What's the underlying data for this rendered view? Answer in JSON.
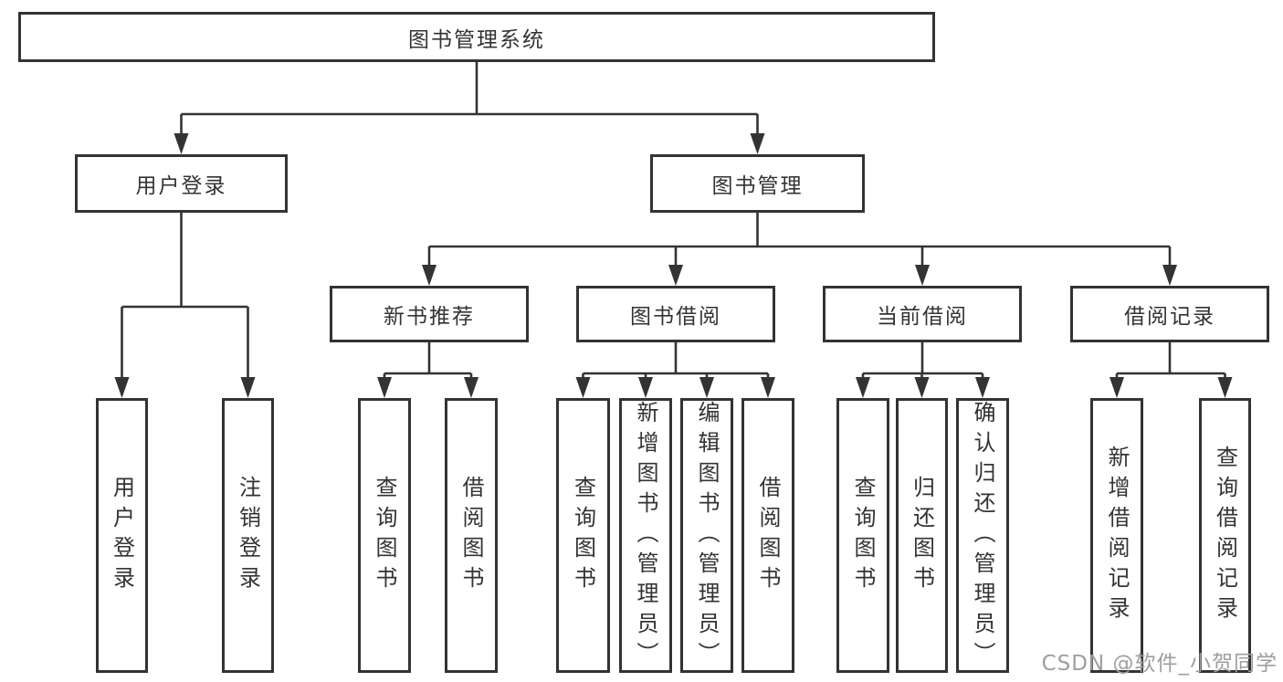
{
  "watermark": {
    "text": "CSDN @软件_小贺同学"
  },
  "colors": {
    "line": "#333333",
    "box_border": "#333333",
    "text": "#333333",
    "watermark": "#9e9e9e",
    "background": "#ffffff"
  },
  "tree": {
    "root": {
      "label": "图书管理系统"
    },
    "branches": [
      {
        "label": "用户登录",
        "children": [
          {
            "label": "用户登录"
          },
          {
            "label": "注销登录"
          }
        ]
      },
      {
        "label": "图书管理",
        "children": [
          {
            "label": "新书推荐",
            "children": [
              {
                "label": "查询图书"
              },
              {
                "label": "借阅图书"
              }
            ]
          },
          {
            "label": "图书借阅",
            "children": [
              {
                "label": "查询图书"
              },
              {
                "label": "新增图书（管理员）"
              },
              {
                "label": "编辑图书（管理员）"
              },
              {
                "label": "借阅图书"
              }
            ]
          },
          {
            "label": "当前借阅",
            "children": [
              {
                "label": "查询图书"
              },
              {
                "label": "归还图书"
              },
              {
                "label": "确认归还（管理员）"
              }
            ]
          },
          {
            "label": "借阅记录",
            "children": [
              {
                "label": "新增借阅记录"
              },
              {
                "label": "查询借阅记录"
              }
            ]
          }
        ]
      }
    ]
  }
}
